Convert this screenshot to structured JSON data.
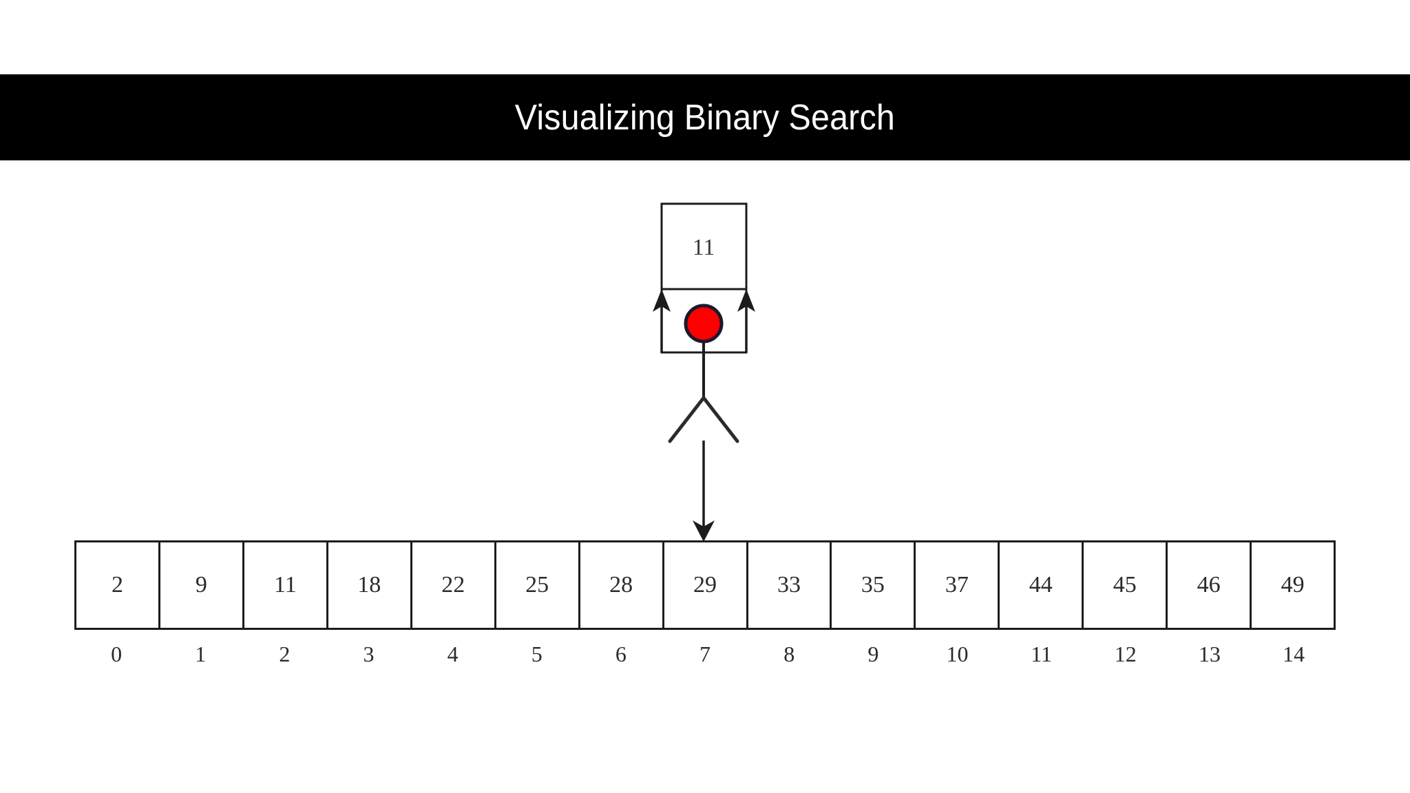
{
  "page": {
    "title": "Visualizing Binary Search",
    "background_color": "#ffffff",
    "banner_color": "#000000",
    "banner_text_color": "#ffffff",
    "line_color": "#1c1c1c",
    "marker_color": "#ff0000",
    "marker_border_color": "#1a1a2e"
  },
  "pointer": {
    "value_box_label": "11",
    "marker_icon": "red-circle-marker",
    "target_index": 7,
    "target_value": "29"
  },
  "chart_data": {
    "type": "table",
    "title": "Visualizing Binary Search",
    "categories": [
      "0",
      "1",
      "2",
      "3",
      "4",
      "5",
      "6",
      "7",
      "8",
      "9",
      "10",
      "11",
      "12",
      "13",
      "14"
    ],
    "values": [
      2,
      9,
      11,
      18,
      22,
      25,
      28,
      29,
      33,
      35,
      37,
      44,
      45,
      46,
      49
    ],
    "xlabel": "",
    "ylabel": "",
    "annotations": [
      {
        "label": "11",
        "points_to_index": 7,
        "points_to_value": 29
      }
    ]
  },
  "array": {
    "cells": [
      {
        "value": "2",
        "index": "0"
      },
      {
        "value": "9",
        "index": "1"
      },
      {
        "value": "11",
        "index": "2"
      },
      {
        "value": "18",
        "index": "3"
      },
      {
        "value": "22",
        "index": "4"
      },
      {
        "value": "25",
        "index": "5"
      },
      {
        "value": "28",
        "index": "6"
      },
      {
        "value": "29",
        "index": "7"
      },
      {
        "value": "33",
        "index": "8"
      },
      {
        "value": "35",
        "index": "9"
      },
      {
        "value": "37",
        "index": "10"
      },
      {
        "value": "44",
        "index": "11"
      },
      {
        "value": "45",
        "index": "12"
      },
      {
        "value": "46",
        "index": "13"
      },
      {
        "value": "49",
        "index": "14"
      }
    ]
  }
}
